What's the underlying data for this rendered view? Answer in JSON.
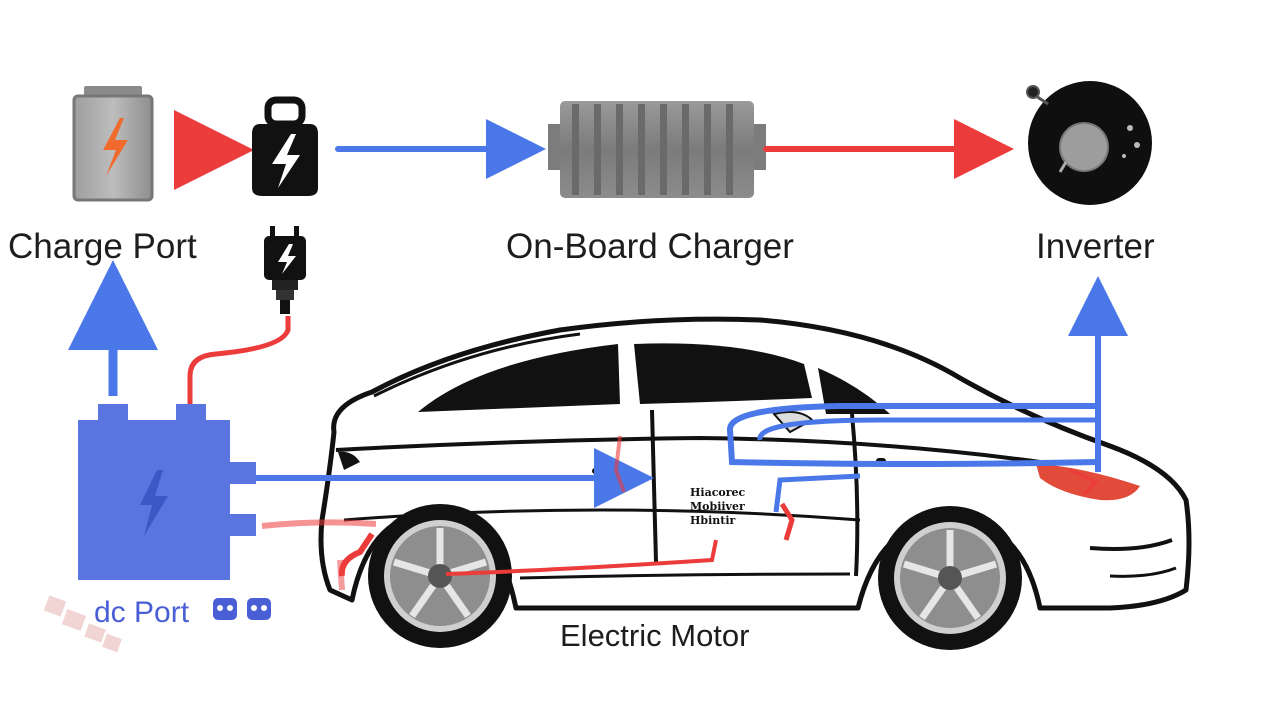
{
  "labels": {
    "charge_port": "Charge Port",
    "on_board_charger": "On-Board Charger",
    "inverter": "Inverter",
    "electric_motor": "Electric Motor",
    "port_bottom": "dc Port"
  },
  "door_text": [
    "Hiacorec",
    "Mobiiver",
    "Hbintir"
  ],
  "icons": {
    "battery_cell": "battery-cell-icon",
    "plug_bolt": "power-plug-bolt-icon",
    "charging_cable": "charging-cable-icon",
    "charger_unit": "on-board-charger-unit-icon",
    "inverter_disc": "inverter-disc-icon",
    "battery_pack": "battery-pack-icon",
    "car": "electric-car-icon",
    "connector_small": "connector-icon"
  },
  "colors": {
    "blue_flow": "#4a78e8",
    "red_flow": "#ec3b3b",
    "pack_blue": "#5a74e0",
    "dark": "#111111"
  }
}
